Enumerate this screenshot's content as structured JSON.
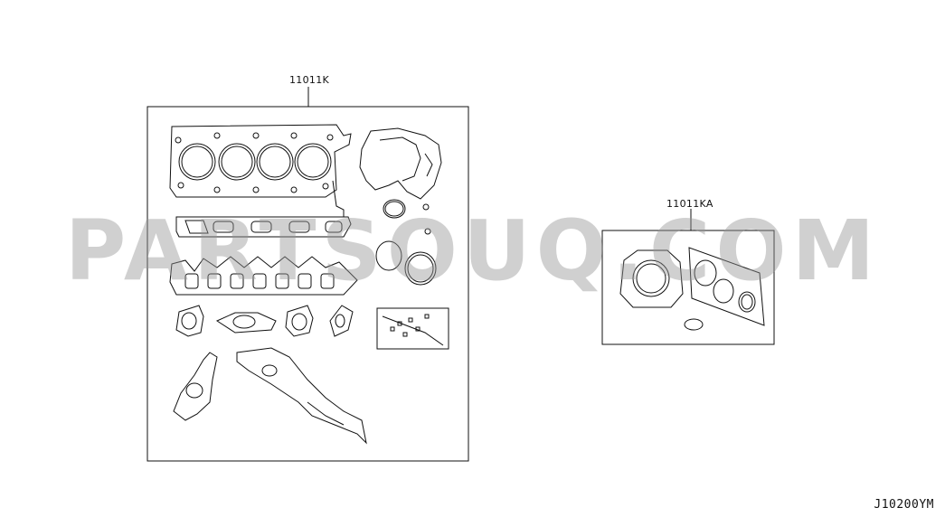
{
  "diagram": {
    "part_labels": {
      "main_kit": "11011K",
      "sub_kit": "11011KA"
    },
    "reference_code": "J10200YM",
    "watermark": "PARTSOUQ.COM",
    "colors": {
      "line": "#111111",
      "watermark": "#969696"
    }
  }
}
